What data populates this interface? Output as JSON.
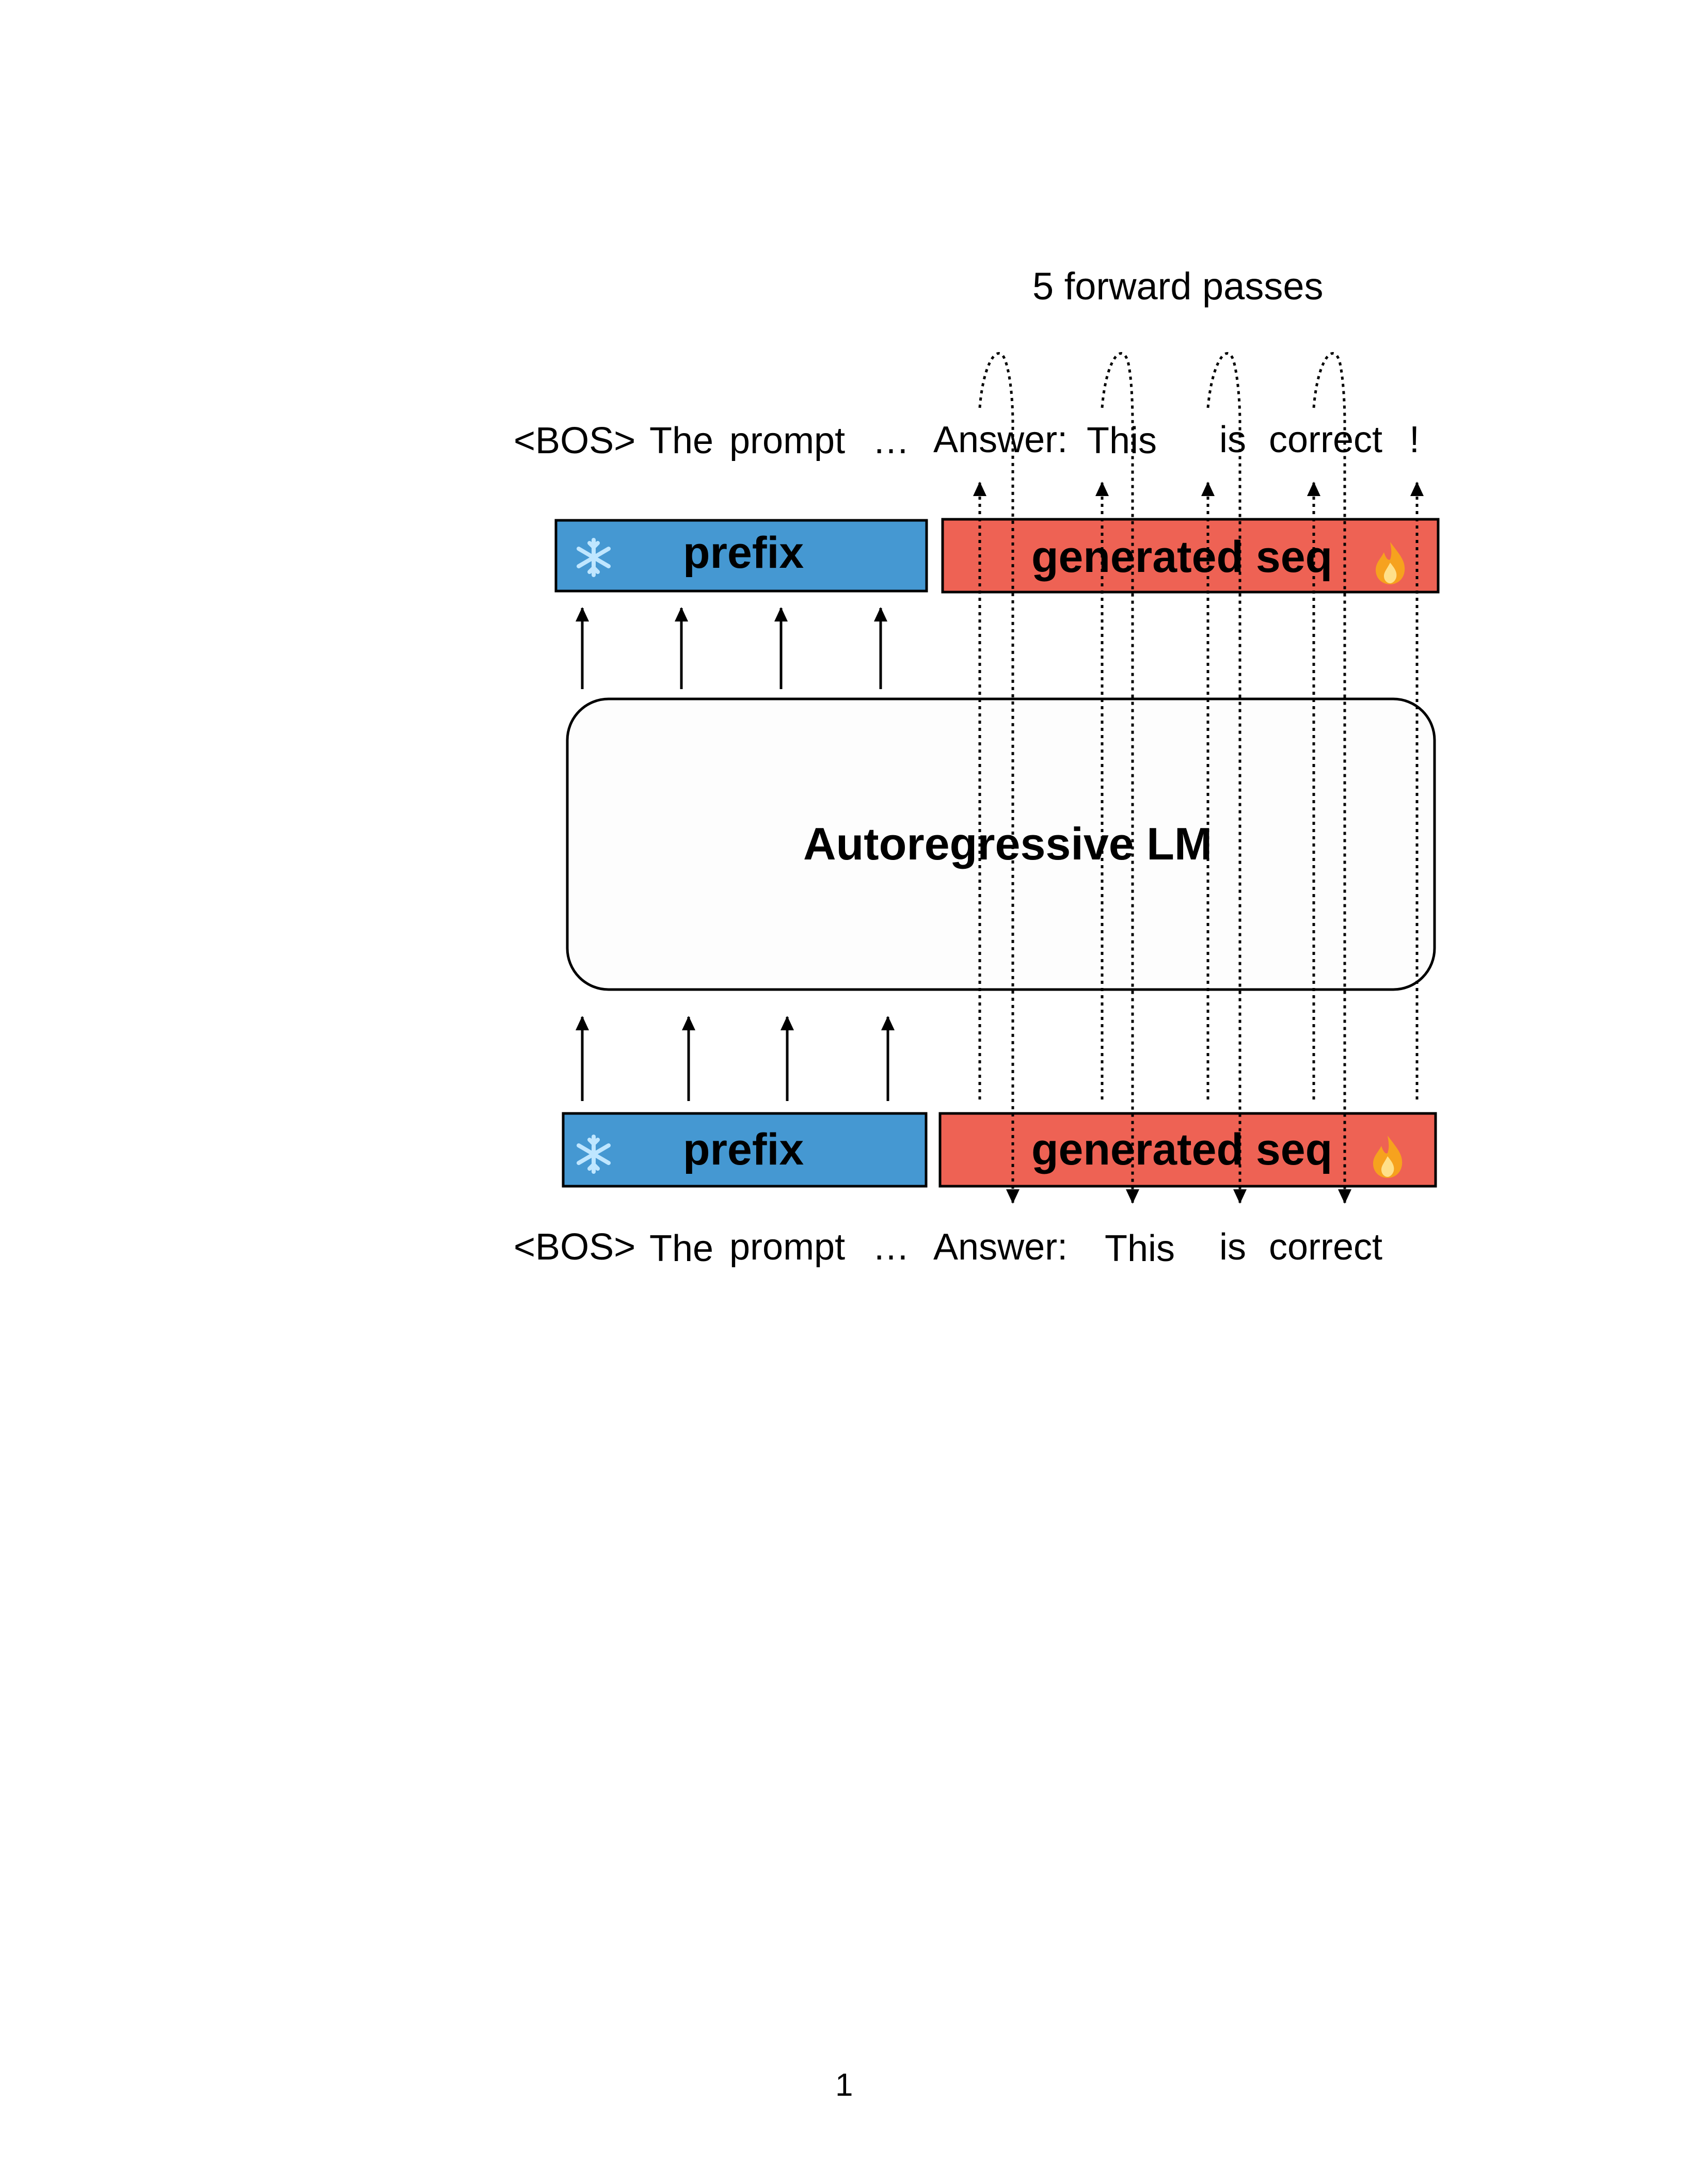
{
  "diagram": {
    "title": "5 forward passes",
    "model_label": "Autoregressive LM",
    "top_tokens": [
      "<BOS>",
      "The",
      "prompt",
      "…",
      "Answer:",
      "This",
      "is",
      "correct",
      "!"
    ],
    "bottom_tokens": [
      "<BOS>",
      "The",
      "prompt",
      "…",
      "Answer:",
      "This",
      "is",
      "correct"
    ],
    "top_prefix": {
      "label": "prefix",
      "icon": "snowflake-icon",
      "color": "#4598d2"
    },
    "top_generated": {
      "label": "generated seq",
      "icon": "fire-icon",
      "color": "#ee6254"
    },
    "bottom_prefix": {
      "label": "prefix",
      "icon": "snowflake-icon",
      "color": "#4598d2"
    },
    "bottom_generated": {
      "label": "generated seq",
      "icon": "fire-icon",
      "color": "#ee6254"
    },
    "forward_pass_count": 5
  },
  "page": {
    "number": "1"
  }
}
